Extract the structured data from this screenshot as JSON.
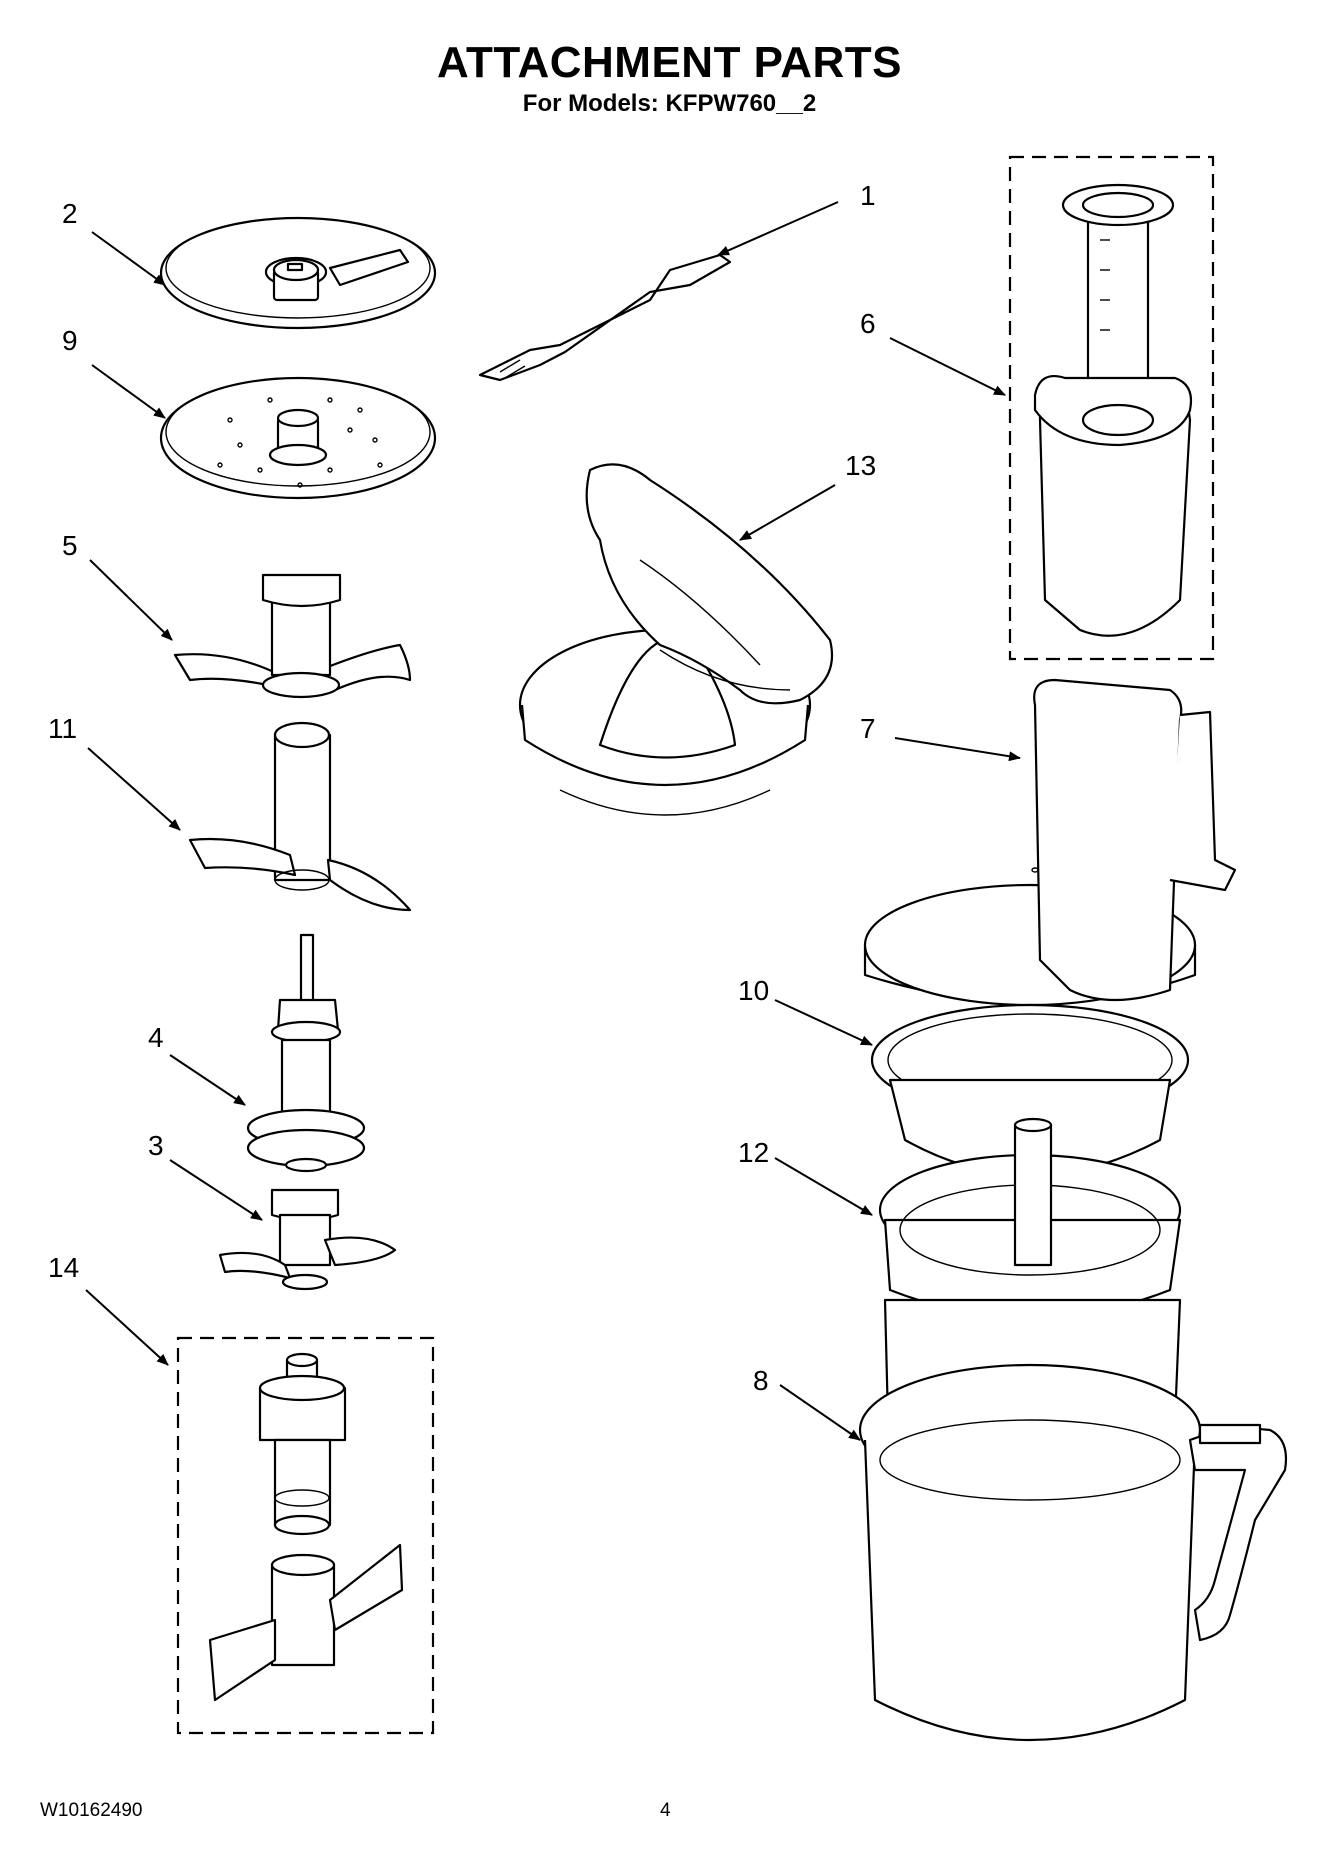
{
  "header": {
    "title": "ATTACHMENT PARTS",
    "subtitle": "For Models: KFPW760__2"
  },
  "footer": {
    "doc_number": "W10162490",
    "page_number": "4"
  },
  "callouts": [
    "1",
    "2",
    "3",
    "4",
    "5",
    "6",
    "7",
    "8",
    "9",
    "10",
    "11",
    "12",
    "13",
    "14"
  ]
}
